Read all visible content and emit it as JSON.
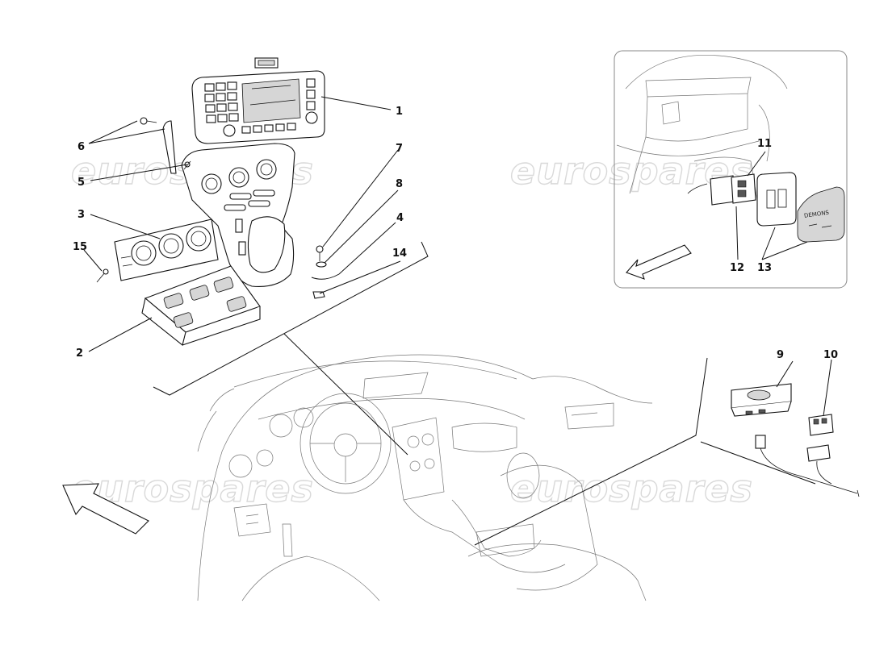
{
  "watermark": "eurospares",
  "callouts": [
    "1",
    "2",
    "3",
    "4",
    "5",
    "6",
    "7",
    "8",
    "9",
    "10",
    "11",
    "12",
    "13",
    "14",
    "15"
  ],
  "inset_button_text": "DEMONS"
}
